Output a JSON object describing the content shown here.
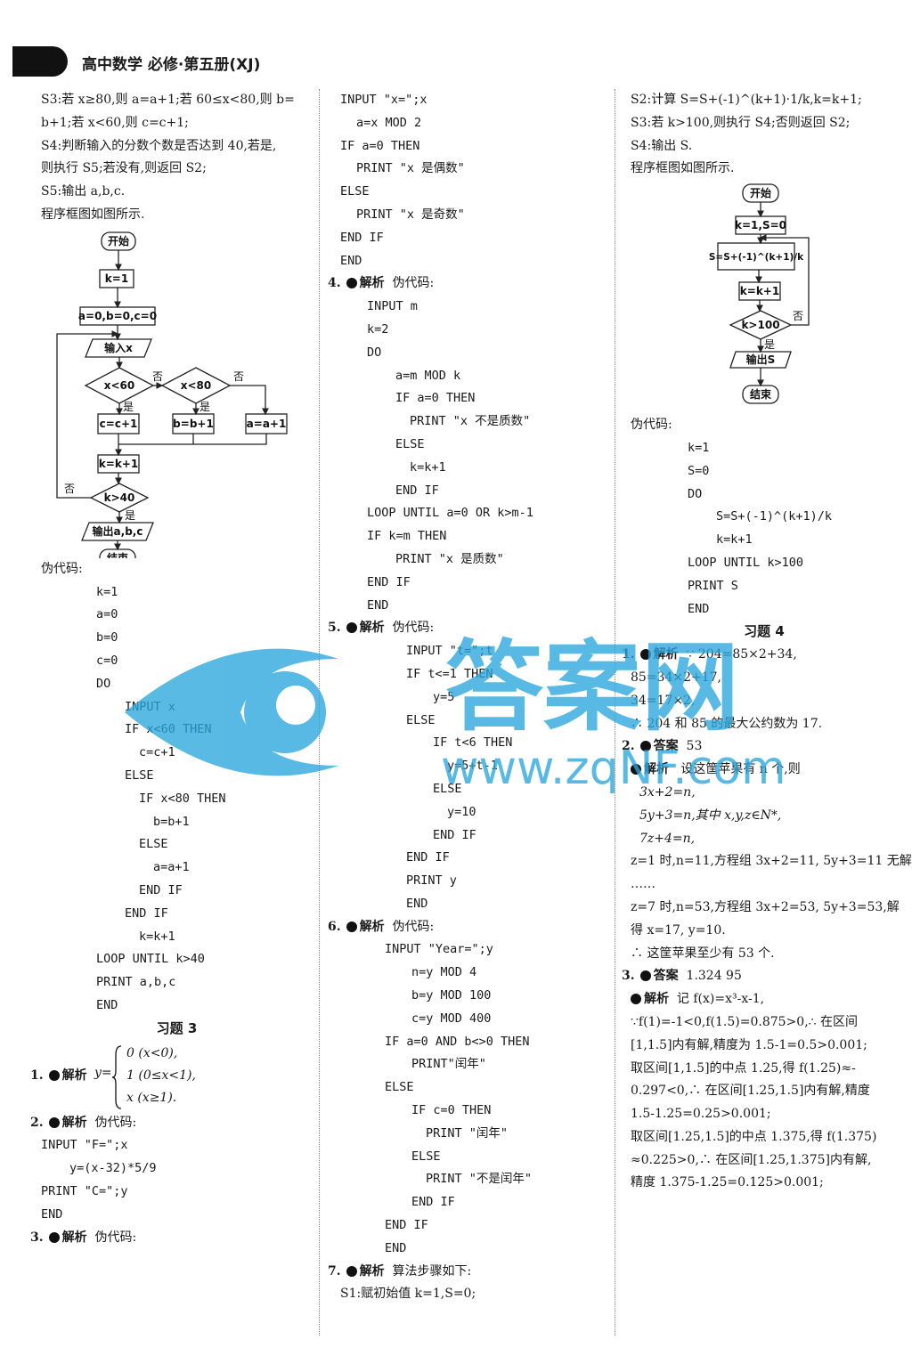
{
  "header": {
    "title": "高中数学 必修·第五册(XJ)"
  },
  "col1": {
    "top": [
      "S3:若 x≥80,则 a=a+1;若 60≤x<80,则 b=",
      "b+1;若 x<60,则 c=c+1;",
      "S4:判断输入的分数个数是否达到 40,若是,",
      "则执行 S5;若没有,则返回 S2;",
      "S5:输出 a,b,c.",
      "程序框图如图所示."
    ],
    "flow": {
      "start": "开始",
      "k1": "k=1",
      "init": "a=0,b=0,c=0",
      "input": "输入x",
      "c60": "x<60",
      "c80": "x<80",
      "no": "否",
      "yes": "是",
      "cc": "c=c+1",
      "bb": "b=b+1",
      "aa": "a=a+1",
      "kk": "k=k+1",
      "k40": "k>40",
      "out": "输出a,b,c",
      "end": "结束"
    },
    "pseudo_label": "伪代码:",
    "code": [
      "k=1",
      "a=0",
      "b=0",
      "c=0",
      "DO",
      "INPUT  x",
      "IF  x<60  THEN",
      "c=c+1",
      "ELSE",
      "IF  x<80  THEN",
      "b=b+1",
      "ELSE",
      "a=a+1",
      "END  IF",
      "END  IF",
      "k=k+1",
      "LOOP  UNTIL  k>40",
      "PRINT  a,b,c",
      "END"
    ],
    "sec3": "习题 3",
    "q1": {
      "num": "1.",
      "tag": "解析",
      "lhs": "y=",
      "cases": [
        "0  (x<0),",
        "1  (0≤x<1),",
        "x  (x≥1)."
      ]
    },
    "q2": {
      "num": "2.",
      "tag": "解析",
      "text": "伪代码:",
      "code": [
        "INPUT  \"F=\";x",
        "y=(x-32)*5/9",
        "PRINT  \"C=\";y",
        "END"
      ]
    },
    "q3": {
      "num": "3.",
      "tag": "解析",
      "text": "伪代码:"
    }
  },
  "col2": {
    "code_top": [
      "INPUT  \"x=\";x",
      "a=x MOD 2",
      "IF  a=0  THEN",
      "PRINT  \"x 是偶数\"",
      "ELSE",
      "PRINT  \"x 是奇数\"",
      "END  IF",
      "END"
    ],
    "q4": {
      "num": "4.",
      "tag": "解析",
      "text": "伪代码:",
      "code": [
        "INPUT  m",
        "k=2",
        "DO",
        "a=m MOD k",
        "IF  a=0  THEN",
        "PRINT  \"x 不是质数\"",
        "ELSE",
        "k=k+1",
        "END  IF",
        "LOOP  UNTIL  a=0  OR k>m-1",
        "IF  k=m  THEN",
        "PRINT  \"x 是质数\"",
        "END  IF",
        "END"
      ]
    },
    "q5": {
      "num": "5.",
      "tag": "解析",
      "text": "伪代码:",
      "code": [
        "INPUT  \"t=\";t",
        "IF  t<=1  THEN",
        "y=5",
        "ELSE",
        "IF  t<6  THEN",
        "y=5+t-1",
        "ELSE",
        "y=10",
        "END  IF",
        "END  IF",
        "PRINT  y",
        "END"
      ]
    },
    "q6": {
      "num": "6.",
      "tag": "解析",
      "text": "伪代码:",
      "code": [
        "INPUT  \"Year=\";y",
        "n=y MOD 4",
        "b=y MOD  100",
        "c=y MOD  400",
        "IF  a=0 AND b<>0  THEN",
        "PRINT\"闰年\"",
        "ELSE",
        "IF  c=0  THEN",
        "PRINT  \"闰年\"",
        "ELSE",
        "PRINT  \"不是闰年\"",
        "END  IF",
        "END  IF",
        "END"
      ]
    },
    "q7": {
      "num": "7.",
      "tag": "解析",
      "text": "算法步骤如下:",
      "s1": "S1:赋初始值 k=1,S=0;"
    }
  },
  "col3": {
    "top": [
      "S2:计算 S=S+(-1)^(k+1)·1/k,k=k+1;",
      "S3:若 k>100,则执行 S4;否则返回 S2;",
      "S4:输出 S.",
      "程序框图如图所示."
    ],
    "flow": {
      "start": "开始",
      "init": "k=1,S=0",
      "calc": "S=S+(-1)^(k+1)/k",
      "kk": "k=k+1",
      "cond": "k>100",
      "no": "否",
      "yes": "是",
      "out": "输出S",
      "end": "结束"
    },
    "pseudo_label": "伪代码:",
    "code": [
      "k=1",
      "S=0",
      "DO",
      "S=S+(-1)^(k+1)/k",
      "k=k+1",
      "LOOP  UNTIL  k>100",
      "PRINT  S",
      "END"
    ],
    "sec4": "习题 4",
    "q1": {
      "num": "1.",
      "tag": "解析",
      "lines": [
        "∵ 204=85×2+34,",
        "85=34×2+17,",
        "34=17×2,",
        "∴ 204 和 85 的最大公约数为 17."
      ]
    },
    "q2": {
      "num": "2.",
      "tag": "答案",
      "answer": "53",
      "tag2": "解析",
      "lines": [
        "设这筐苹果有 n 个,则",
        "3x+2=n,",
        "5y+3=n,其中 x,y,z∈N*,",
        "7z+4=n,",
        "z=1 时,n=11,方程组 3x+2=11, 5y+3=11 无解;",
        "……",
        "z=7 时,n=53,方程组 3x+2=53, 5y+3=53,解",
        "得 x=17, y=10.",
        "∴ 这筐苹果至少有 53 个."
      ]
    },
    "q3": {
      "num": "3.",
      "tag": "答案",
      "answer": "1.324 95",
      "tag2": "解析",
      "lines": [
        "记 f(x)=x³-x-1,",
        "∵f(1)=-1<0,f(1.5)=0.875>0,∴ 在区间",
        "[1,1.5]内有解,精度为 1.5-1=0.5>0.001;",
        "取区间[1,1.5]的中点 1.25,得 f(1.25)≈-",
        "0.297<0,∴ 在区间[1.25,1.5]内有解,精度",
        "1.5-1.25=0.25>0.001;",
        "取区间[1.25,1.5]的中点 1.375,得 f(1.375)",
        "≈0.225>0,∴ 在区间[1.25,1.375]内有解,",
        "精度 1.375-1.25=0.125>0.001;"
      ]
    }
  },
  "watermark": {
    "cn": "答案网",
    "url": "www.zqNF.com"
  }
}
